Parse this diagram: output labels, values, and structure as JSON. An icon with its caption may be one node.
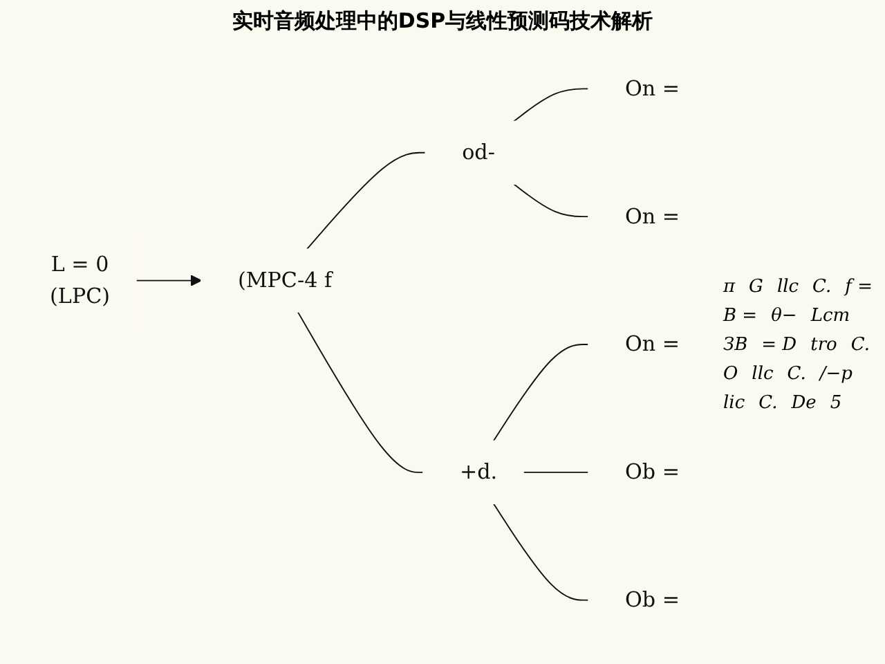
{
  "diagram": {
    "title": "实时音频处理中的DSP与线性预测码技术解析",
    "nodes": [
      {
        "text": [
          "L = 0",
          "(LPC)"
        ]
      },
      {
        "text": [
          "(MPC-4 f"
        ]
      },
      {
        "text": [
          "od-"
        ]
      },
      {
        "text": [
          "+d."
        ]
      },
      {
        "text": [
          "On ="
        ]
      },
      {
        "text": [
          "On ="
        ]
      },
      {
        "text": [
          "On ="
        ]
      },
      {
        "text": [
          "Ob ="
        ]
      },
      {
        "text": [
          "Ob ="
        ]
      }
    ],
    "edges": [
      {
        "from": 0,
        "to": 1,
        "arrow": "to"
      },
      {
        "from": 1,
        "to": 2,
        "arrow": "none"
      },
      {
        "from": 1,
        "to": 3,
        "arrow": "none"
      },
      {
        "from": 2,
        "to": 4,
        "arrow": "none"
      },
      {
        "from": 2,
        "to": 5,
        "arrow": "none"
      },
      {
        "from": 3,
        "to": 6,
        "arrow": "none"
      },
      {
        "from": 3,
        "to": 7,
        "arrow": "none"
      },
      {
        "from": 3,
        "to": 8,
        "arrow": "none"
      }
    ],
    "labels": [
      "π",
      "G",
      "llc",
      "C.",
      "f =",
      "B =",
      "θ−",
      "Lcm",
      "ЗВ",
      "= D",
      "tro",
      "C.",
      "O",
      "llc",
      "C.",
      "/−p",
      "lic",
      "C.",
      "De",
      "5"
    ]
  }
}
